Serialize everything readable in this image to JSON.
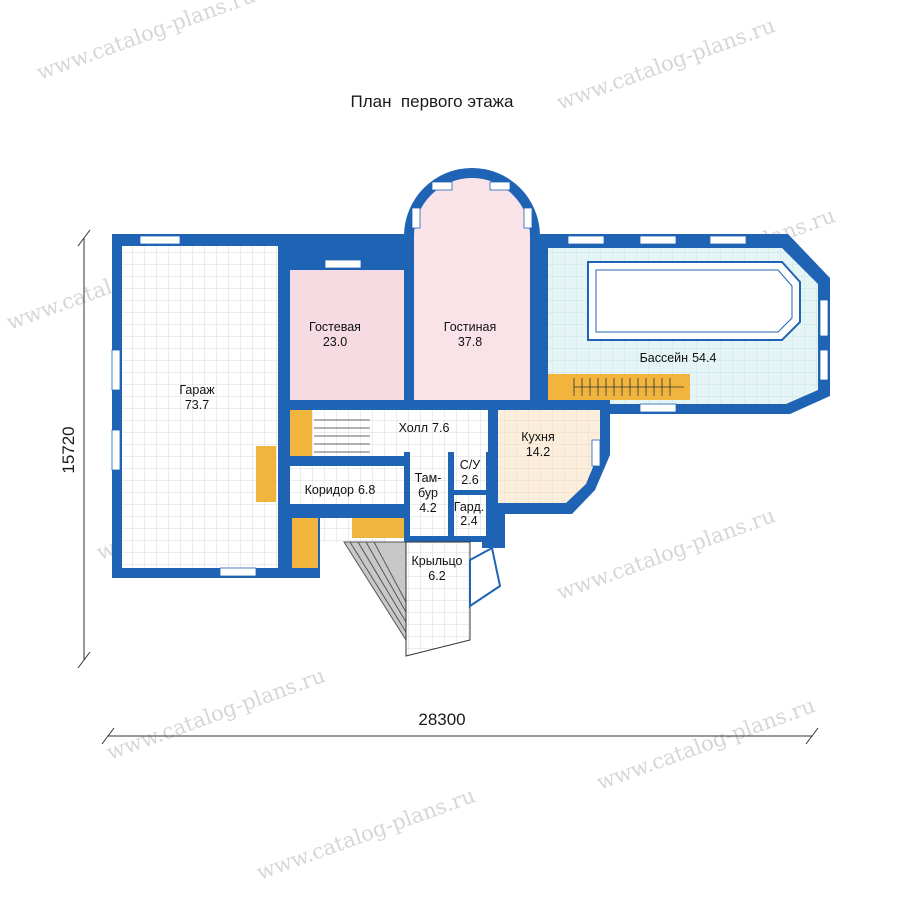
{
  "title": "План  первого этажа",
  "dimensions": {
    "width": "28300",
    "height": "15720"
  },
  "watermark": "www.catalog-plans.ru",
  "colors": {
    "wall": "#1f63b4",
    "grid_floor": "#ffffff",
    "guest_room_fill": "#f6dbe2",
    "living_room_fill": "#f9e3e8",
    "pool_area_fill": "#e5f5f6",
    "kitchen_fill": "#fbeedd",
    "stairs": "#f1b43d"
  },
  "rooms": {
    "garage": {
      "name": "Гараж",
      "area": "73.7"
    },
    "guest": {
      "name": "Гостевая",
      "area": "23.0"
    },
    "living": {
      "name": "Гостиная",
      "area": "37.8"
    },
    "pool": {
      "name": "Бассейн",
      "area": "54.4"
    },
    "hall": {
      "name": "Холл",
      "area": "7.6"
    },
    "kitchen": {
      "name": "Кухня",
      "area": "14.2"
    },
    "corridor": {
      "name": "Коридор",
      "area": "6.8"
    },
    "vestibule": {
      "name_line1": "Там-",
      "name_line2": "бур",
      "area": "4.2"
    },
    "bathroom": {
      "name": "С/У",
      "area": "2.6"
    },
    "wardrobe": {
      "name": "Гард.",
      "area": "2.4"
    },
    "porch": {
      "name": "Крыльцо",
      "area": "6.2"
    }
  }
}
